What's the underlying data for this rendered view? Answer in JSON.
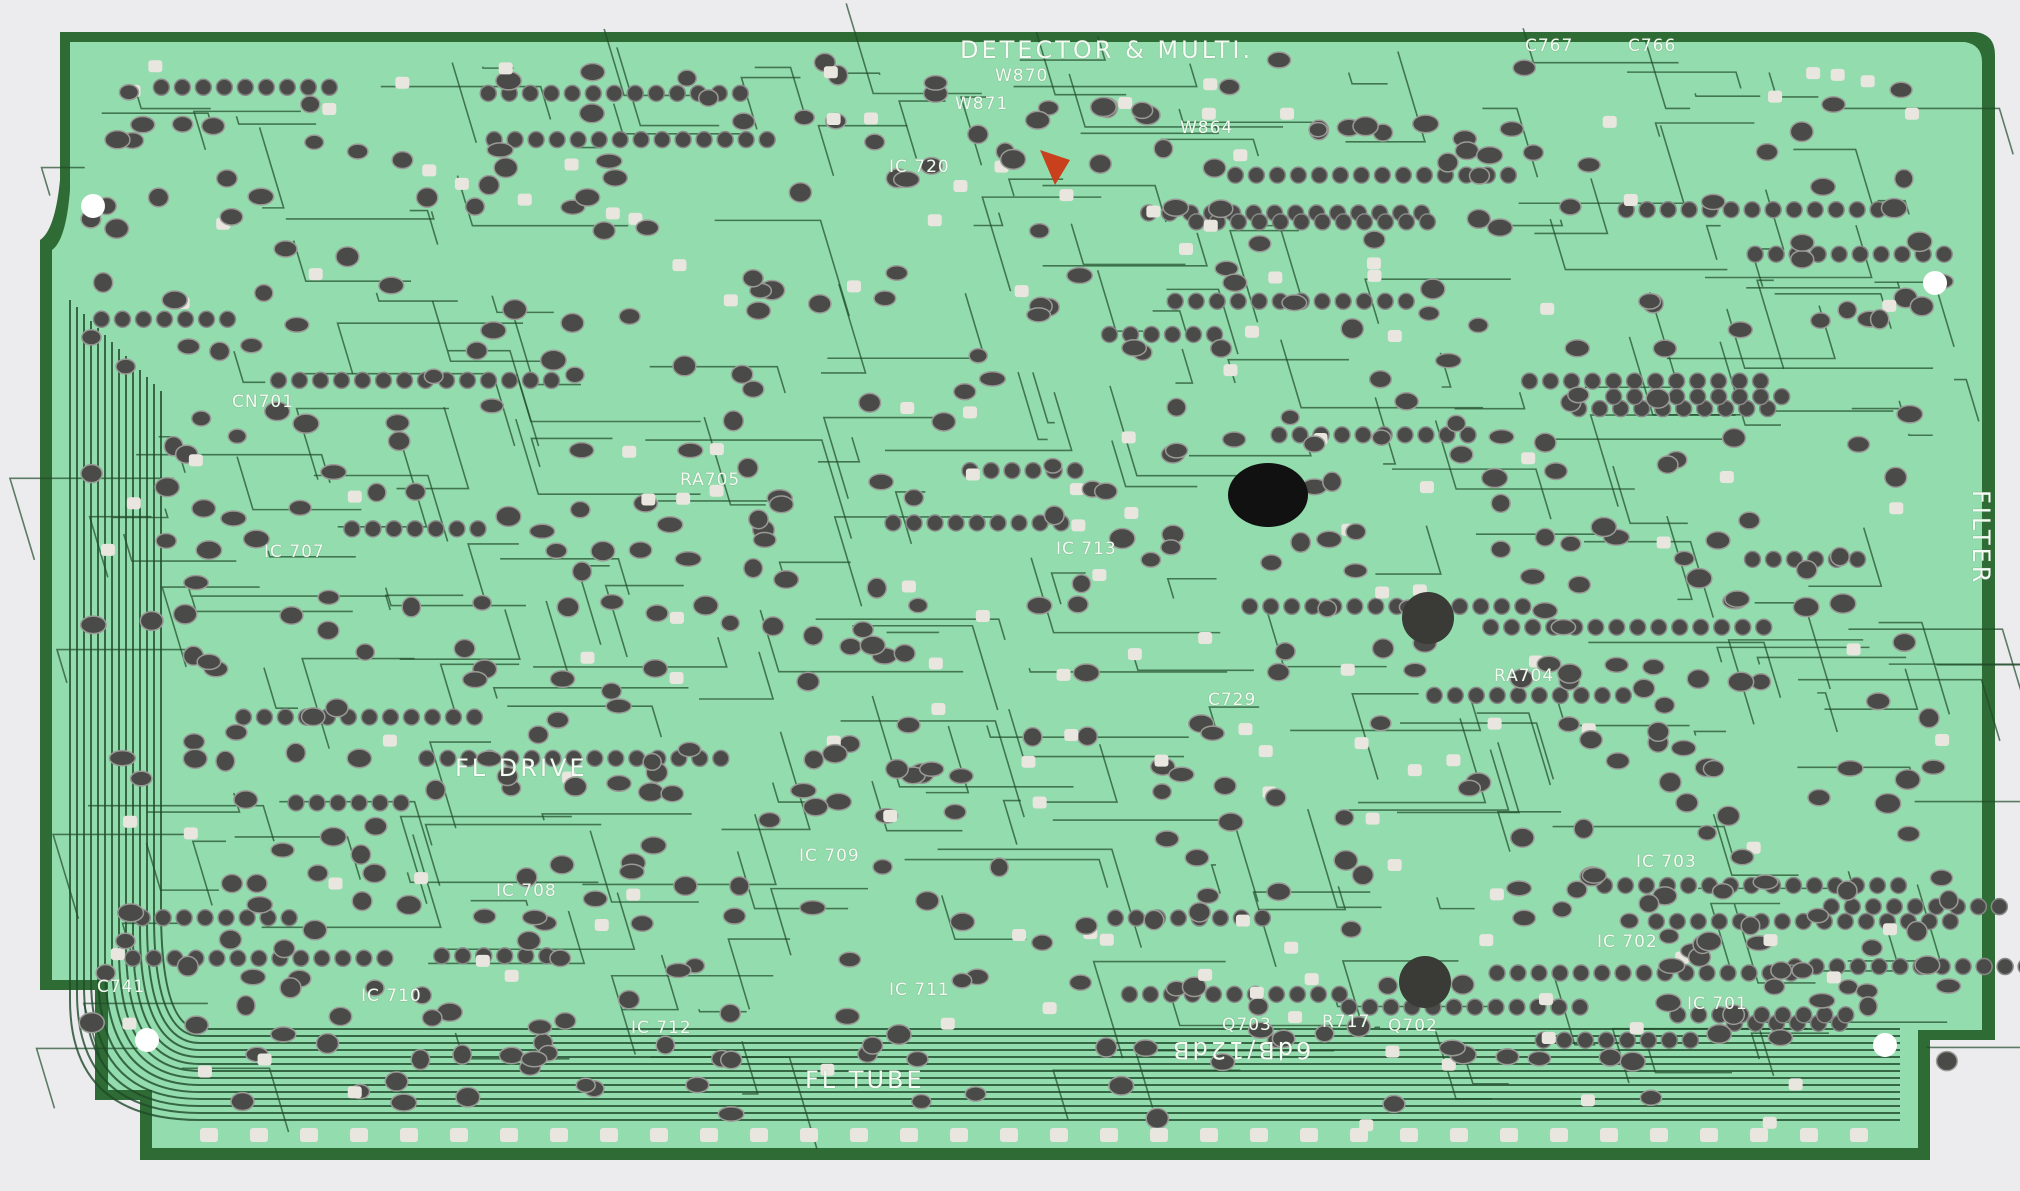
{
  "board": {
    "colors": {
      "substrate": "#93dcae",
      "edge": "#2f6b34",
      "trace": "#1f4a2a",
      "solder": "#4a4a48",
      "pad": "#e9e6df",
      "background": "#ececef"
    },
    "labels": {
      "detector": "DETECTOR & MULTI.",
      "fl_drive": "FL DRIVE",
      "fl_tube": "FL TUBE",
      "filter": "FILTER",
      "gain": "6dB/12dB",
      "ic707": "IC 707",
      "ic713": "IC 713",
      "ic710": "IC 710",
      "ic712": "IC 712",
      "ic711": "IC 711",
      "ic709": "IC 709",
      "ic708": "IC 708",
      "ic720": "IC 720",
      "ic703": "IC 703",
      "ic702": "IC 702",
      "ic701": "IC 701",
      "ra704": "RA704",
      "ra705": "RA705",
      "c741": "C741",
      "c767": "C767",
      "c766": "C766",
      "c729": "C729",
      "q702": "Q702",
      "q703": "Q703",
      "r717": "R717",
      "cn701": "CN701",
      "w870": "W870",
      "w871": "W871",
      "w864": "W864"
    }
  }
}
